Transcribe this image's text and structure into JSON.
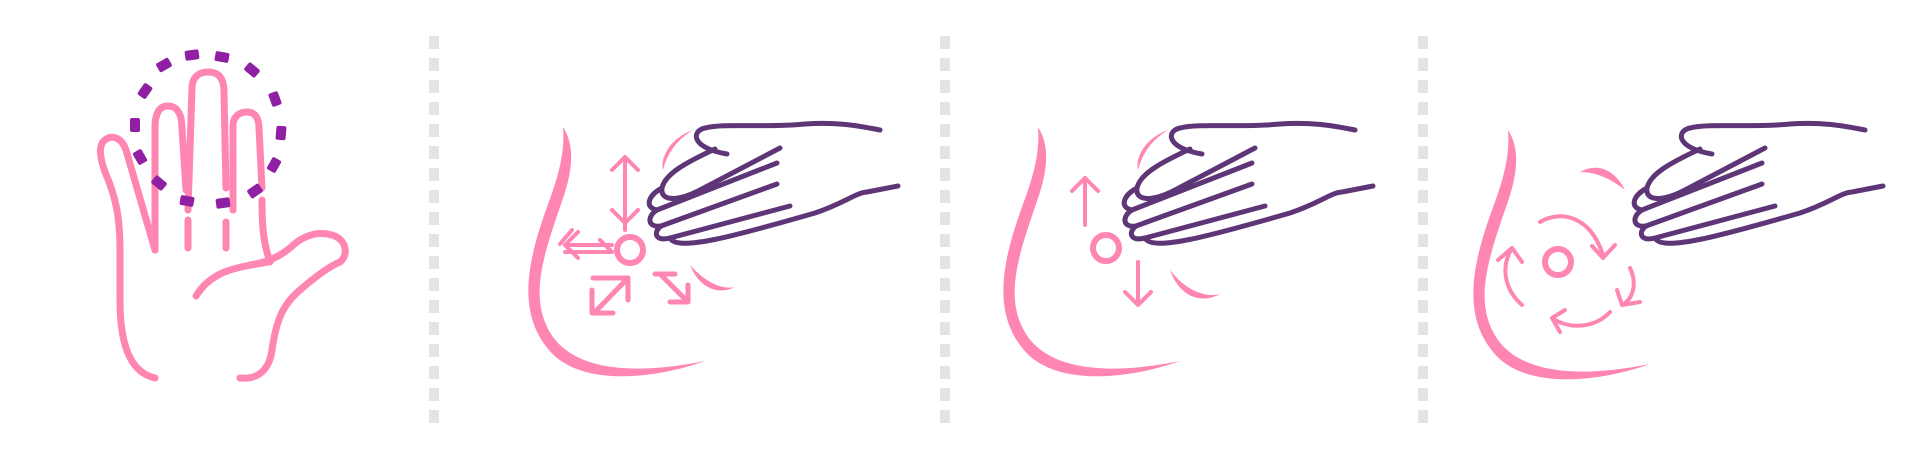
{
  "colors": {
    "pink": "#ff85b3",
    "purple": "#5e3576",
    "magenta": "#8f1fa3",
    "divider": "#e4e4e4",
    "background": "#ffffff"
  },
  "panels": [
    {
      "name": "three-fingers-circular-motion",
      "icons": [
        "hand-icon",
        "circular-dotted-path-icon"
      ]
    },
    {
      "name": "palpate-all-directions",
      "icons": [
        "breast-outline-icon",
        "hand-side-icon",
        "multi-direction-arrows-icon"
      ]
    },
    {
      "name": "palpate-up-down",
      "icons": [
        "breast-outline-icon",
        "hand-side-icon",
        "up-down-arrows-icon"
      ]
    },
    {
      "name": "palpate-circular",
      "icons": [
        "breast-outline-icon",
        "hand-side-icon",
        "circular-arrows-icon"
      ]
    }
  ]
}
